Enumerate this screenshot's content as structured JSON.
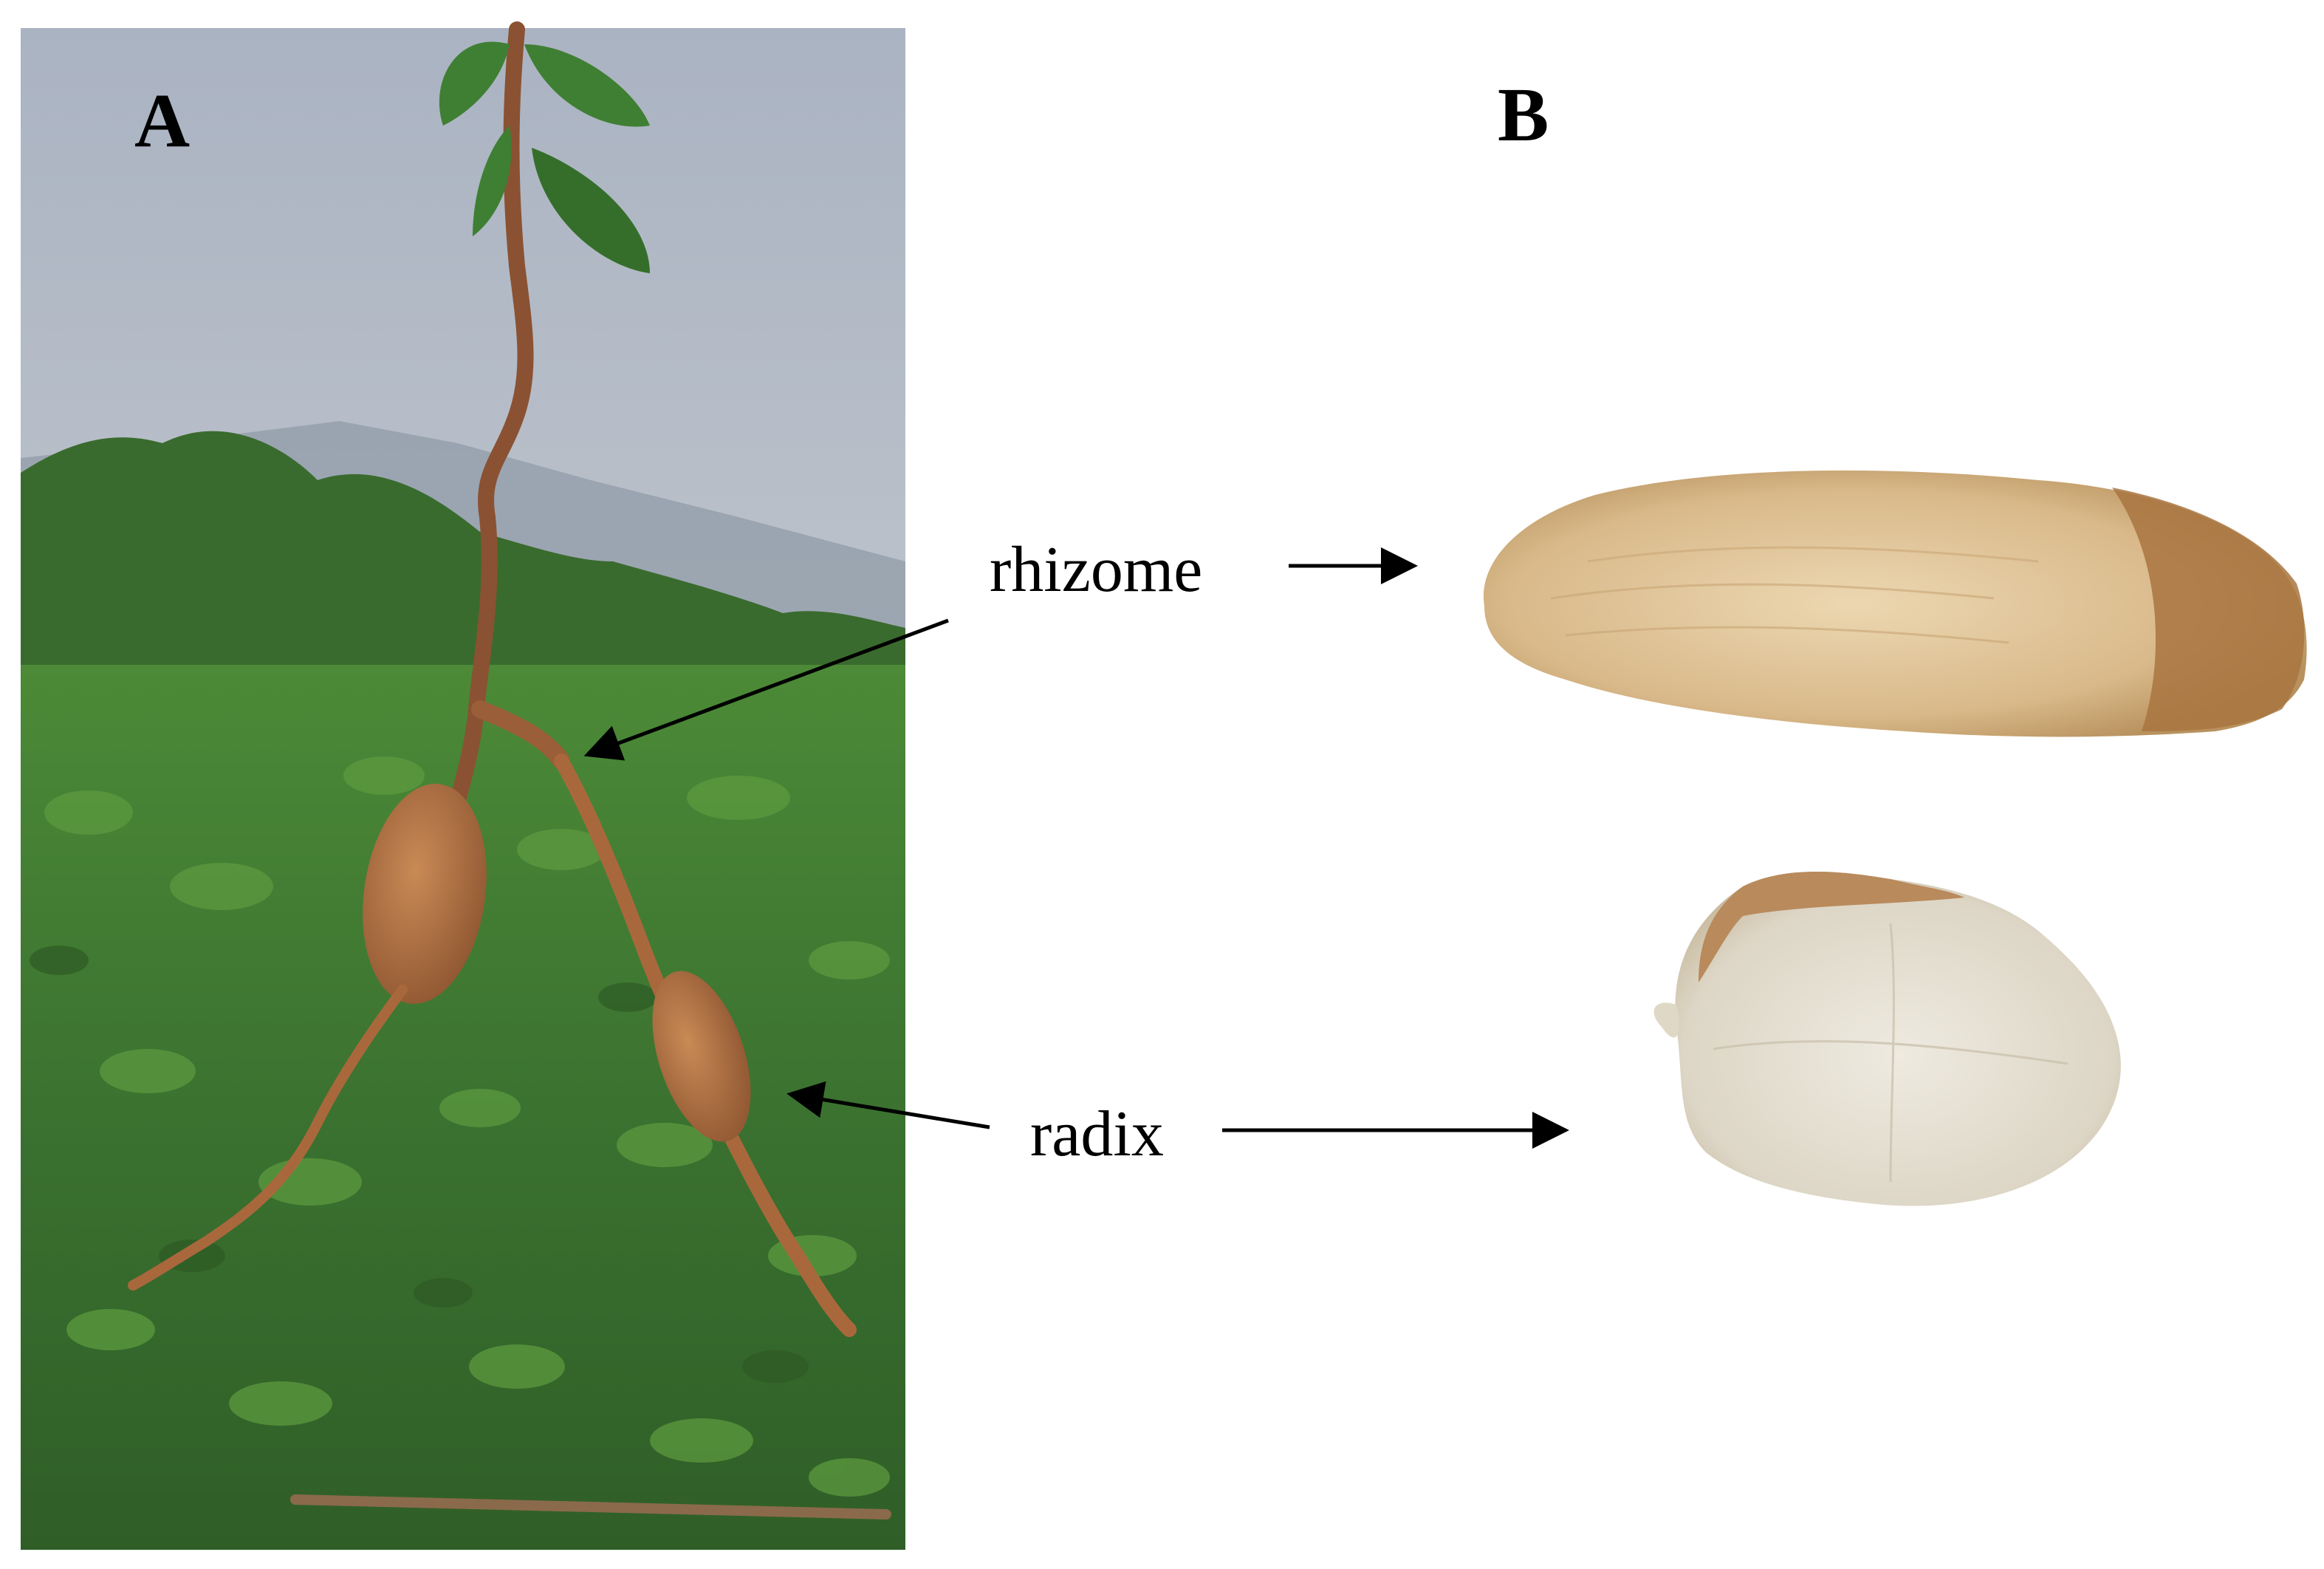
{
  "figure": {
    "panels": [
      {
        "id": "A",
        "label": "A"
      },
      {
        "id": "B",
        "label": "B"
      }
    ],
    "labels": {
      "rhizome": "rhizome",
      "radix": "radix"
    },
    "colors": {
      "sky": "#b9c0c9",
      "foliage": "#3f7a2f",
      "root": "#a9683c",
      "rhizome_slice": "#e0c49a",
      "radix_slice": "#e3ddd0",
      "arrow": "#000000"
    }
  }
}
